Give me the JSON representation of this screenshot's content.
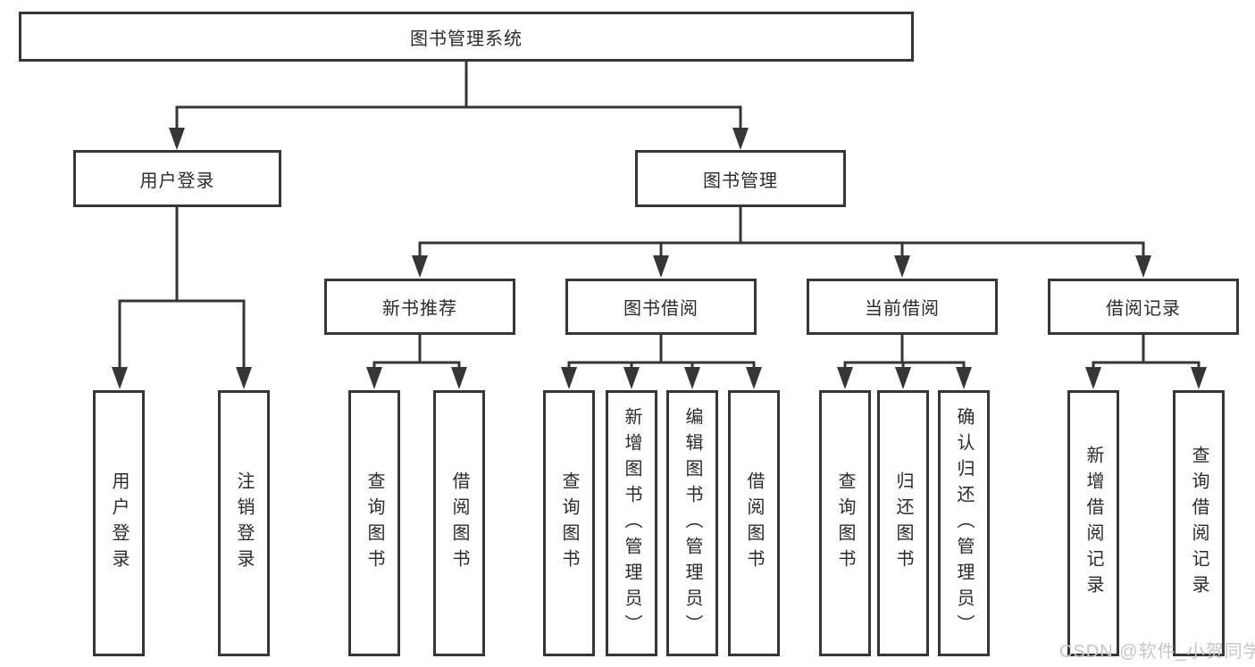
{
  "diagram": {
    "type": "hierarchy-tree",
    "root": {
      "label": "图书管理系统"
    },
    "branches": [
      {
        "label": "用户登录",
        "children": [
          {
            "label": "用户登录"
          },
          {
            "label": "注销登录"
          }
        ]
      },
      {
        "label": "图书管理",
        "children": [
          {
            "label": "新书推荐",
            "children": [
              {
                "label": "查询图书"
              },
              {
                "label": "借阅图书"
              }
            ]
          },
          {
            "label": "图书借阅",
            "children": [
              {
                "label": "查询图书"
              },
              {
                "label": "新增图书（管理员）"
              },
              {
                "label": "编辑图书（管理员）"
              },
              {
                "label": "借阅图书"
              }
            ]
          },
          {
            "label": "当前借阅",
            "children": [
              {
                "label": "查询图书"
              },
              {
                "label": "归还图书"
              },
              {
                "label": "确认归还（管理员）"
              }
            ]
          },
          {
            "label": "借阅记录",
            "children": [
              {
                "label": "新增借阅记录"
              },
              {
                "label": "查询借阅记录"
              }
            ]
          }
        ]
      }
    ],
    "colors": {
      "line": "#363636",
      "text": "#2b2b2b",
      "box_fill": "#ffffff",
      "background": "#ffffff",
      "watermark": "#c6c6c6"
    }
  },
  "watermark": {
    "label": "CSDN @软件_小贺同学"
  }
}
